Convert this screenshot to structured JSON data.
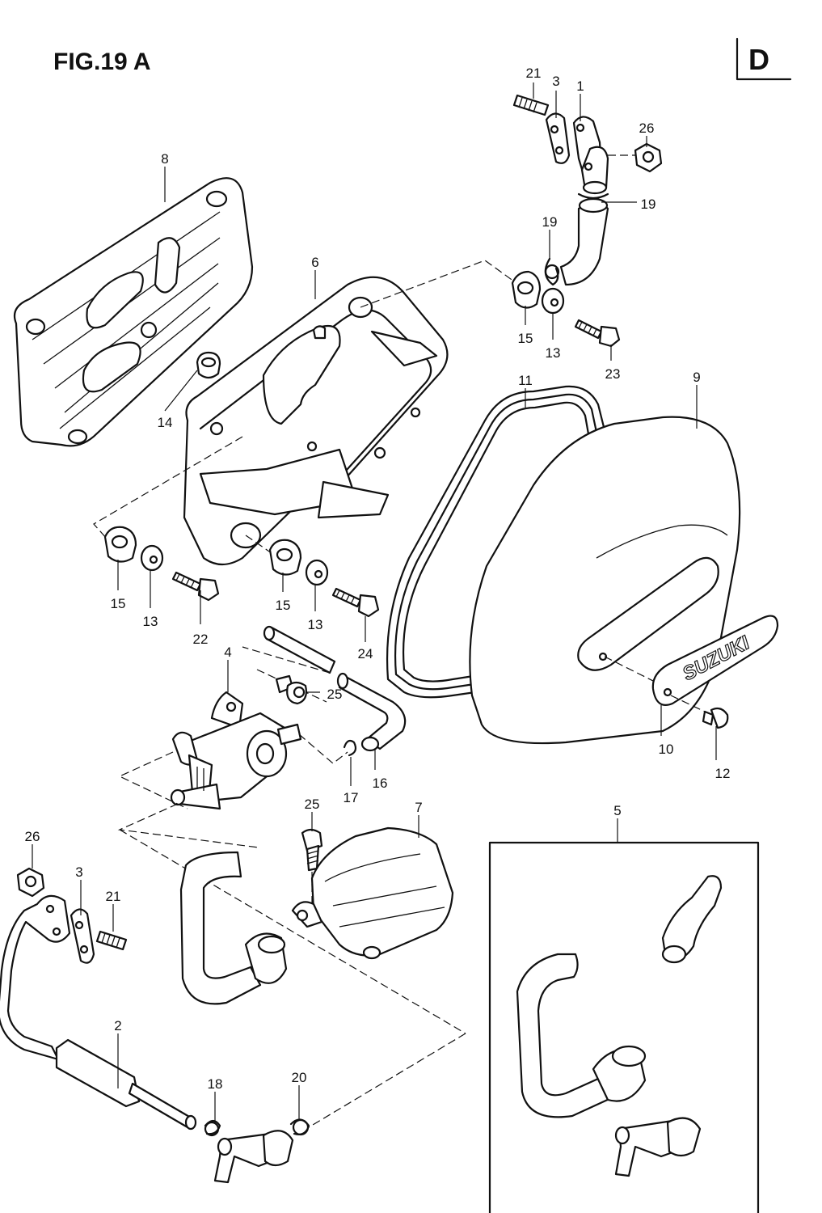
{
  "figure": {
    "title": "FIG.19 A",
    "section": "D"
  },
  "brand_text": "SUZUKI",
  "callouts": [
    {
      "id": "c21a",
      "label": "21"
    },
    {
      "id": "c3a",
      "label": "3"
    },
    {
      "id": "c1",
      "label": "1"
    },
    {
      "id": "c26a",
      "label": "26"
    },
    {
      "id": "c19a",
      "label": "19"
    },
    {
      "id": "c19b",
      "label": "19"
    },
    {
      "id": "c8",
      "label": "8"
    },
    {
      "id": "c6",
      "label": "6"
    },
    {
      "id": "c15a",
      "label": "15"
    },
    {
      "id": "c13a",
      "label": "13"
    },
    {
      "id": "c23",
      "label": "23"
    },
    {
      "id": "c11",
      "label": "11"
    },
    {
      "id": "c9",
      "label": "9"
    },
    {
      "id": "c14",
      "label": "14"
    },
    {
      "id": "c15b",
      "label": "15"
    },
    {
      "id": "c13b",
      "label": "13"
    },
    {
      "id": "c22",
      "label": "22"
    },
    {
      "id": "c15c",
      "label": "15"
    },
    {
      "id": "c13c",
      "label": "13"
    },
    {
      "id": "c24",
      "label": "24"
    },
    {
      "id": "c4",
      "label": "4"
    },
    {
      "id": "c25a",
      "label": "25"
    },
    {
      "id": "c10",
      "label": "10"
    },
    {
      "id": "c12",
      "label": "12"
    },
    {
      "id": "c17",
      "label": "17"
    },
    {
      "id": "c16",
      "label": "16"
    },
    {
      "id": "c25b",
      "label": "25"
    },
    {
      "id": "c7",
      "label": "7"
    },
    {
      "id": "c5",
      "label": "5"
    },
    {
      "id": "c26b",
      "label": "26"
    },
    {
      "id": "c3b",
      "label": "3"
    },
    {
      "id": "c21b",
      "label": "21"
    },
    {
      "id": "c2",
      "label": "2"
    },
    {
      "id": "c18",
      "label": "18"
    },
    {
      "id": "c20",
      "label": "20"
    }
  ]
}
